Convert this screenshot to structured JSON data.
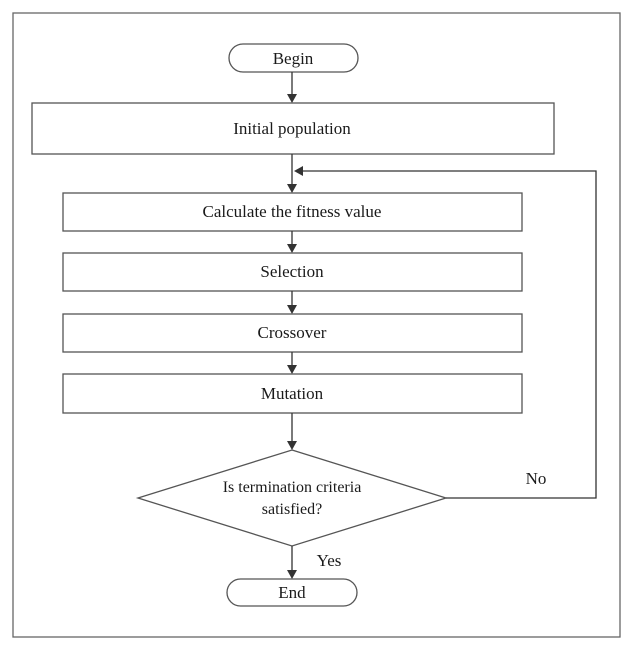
{
  "flowchart": {
    "nodes": {
      "begin": "Begin",
      "initial": "Initial population",
      "fitness": "Calculate the fitness value",
      "selection": "Selection",
      "crossover": "Crossover",
      "mutation": "Mutation",
      "decision_line1": "Is termination criteria",
      "decision_line2": "satisfied?",
      "end": "End"
    },
    "edges": {
      "no_label": "No",
      "yes_label": "Yes"
    }
  },
  "colors": {
    "stroke": "#555555",
    "arrow": "#333333",
    "background": "#ffffff"
  }
}
